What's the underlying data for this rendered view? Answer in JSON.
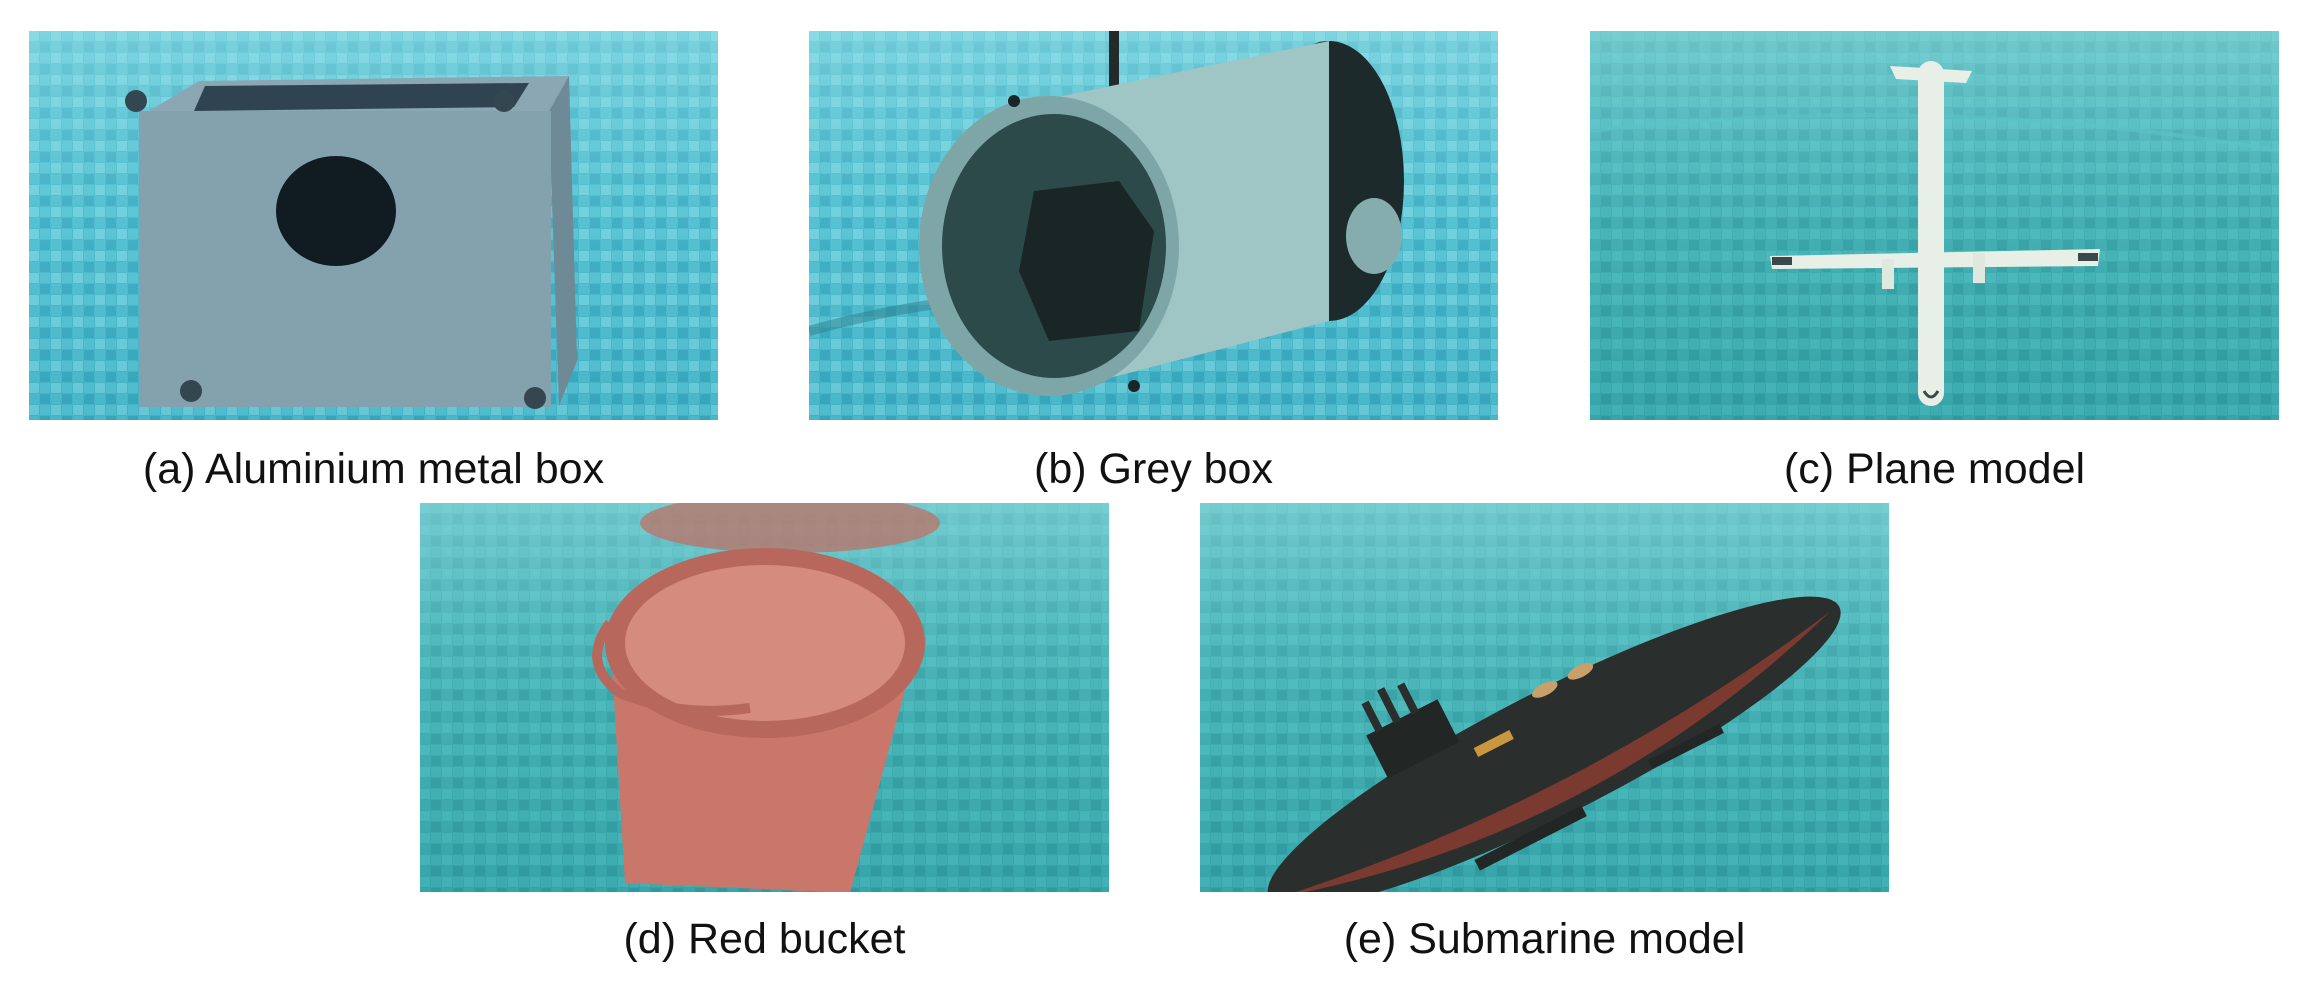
{
  "figures": [
    {
      "caption": "(a) Aluminium metal box",
      "subject": "aluminium-metal-box"
    },
    {
      "caption": "(b) Grey box",
      "subject": "grey-box"
    },
    {
      "caption": "(c) Plane model",
      "subject": "plane-model"
    },
    {
      "caption": "(d) Red bucket",
      "subject": "red-bucket"
    },
    {
      "caption": "(e) Submarine model",
      "subject": "submarine-model"
    }
  ],
  "colors": {
    "pool_light": "#5ec8d8",
    "pool_mid": "#3aaec4",
    "pool_deep": "#2b9aa8",
    "aluminium": "#7d9ba8",
    "grey_box": "#9fc5c4",
    "plane": "#e8efe6",
    "bucket": "#c8776a",
    "submarine_hull": "#2a2f2d",
    "submarine_belly": "#7a3a30"
  }
}
